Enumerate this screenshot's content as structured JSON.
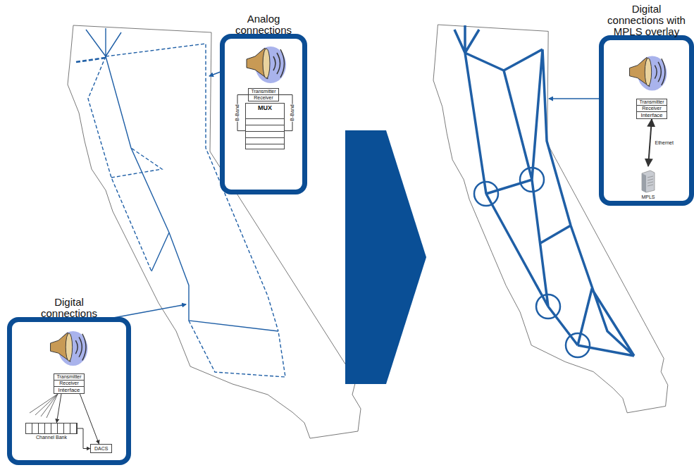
{
  "diagram": {
    "nodes": [
      {
        "text": [
          "Analog connections"
        ]
      },
      {
        "text": [
          "Transmitter",
          "Receiver"
        ],
        "in": 0
      },
      {
        "text": [
          "MUX"
        ],
        "in": 0
      },
      {
        "text": [
          "Digital connections"
        ]
      },
      {
        "text": [
          "Transmitter",
          "Receiver"
        ],
        "in": 3
      },
      {
        "text": [
          "Interface"
        ],
        "in": 3
      },
      {
        "text": [
          "Channel Bank"
        ],
        "in": 3
      },
      {
        "text": [
          "DACS"
        ],
        "in": 3
      },
      {
        "text": [
          "Digital connections with MPLS overlay"
        ]
      },
      {
        "text": [
          "Transmitter",
          "Receiver"
        ],
        "in": 8
      },
      {
        "text": [
          "Interface"
        ],
        "in": 8
      },
      {
        "text": [
          "MPLS"
        ],
        "in": 8
      }
    ],
    "edges": [
      {
        "from": 1,
        "to": 2,
        "label": "B-Band",
        "arrow": "none"
      },
      {
        "from": 1,
        "to": 2,
        "label": "B-Band",
        "arrow": "none"
      },
      {
        "from": 5,
        "to": 6,
        "arrow": "to"
      },
      {
        "from": 5,
        "to": 7,
        "arrow": "to"
      },
      {
        "from": 6,
        "to": 7,
        "arrow": "to"
      },
      {
        "from": 10,
        "to": 11,
        "label": "Ethernet",
        "arrow": "both"
      }
    ]
  }
}
